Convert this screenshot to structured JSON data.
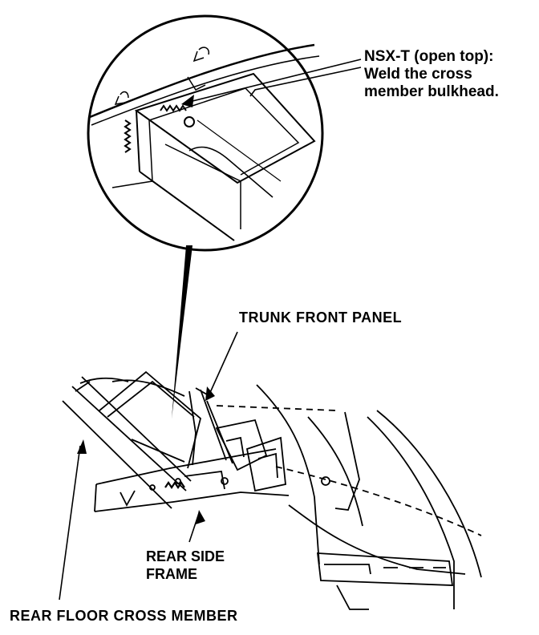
{
  "labels": {
    "callout_line1": "NSX-T (open top):",
    "callout_line2": "Weld the cross",
    "callout_line3": "member bulkhead.",
    "trunk_front_panel": "TRUNK FRONT PANEL",
    "rear_side_frame_line1": "REAR SIDE",
    "rear_side_frame_line2": "FRAME",
    "rear_floor_cross_member": "REAR FLOOR CROSS MEMBER"
  }
}
